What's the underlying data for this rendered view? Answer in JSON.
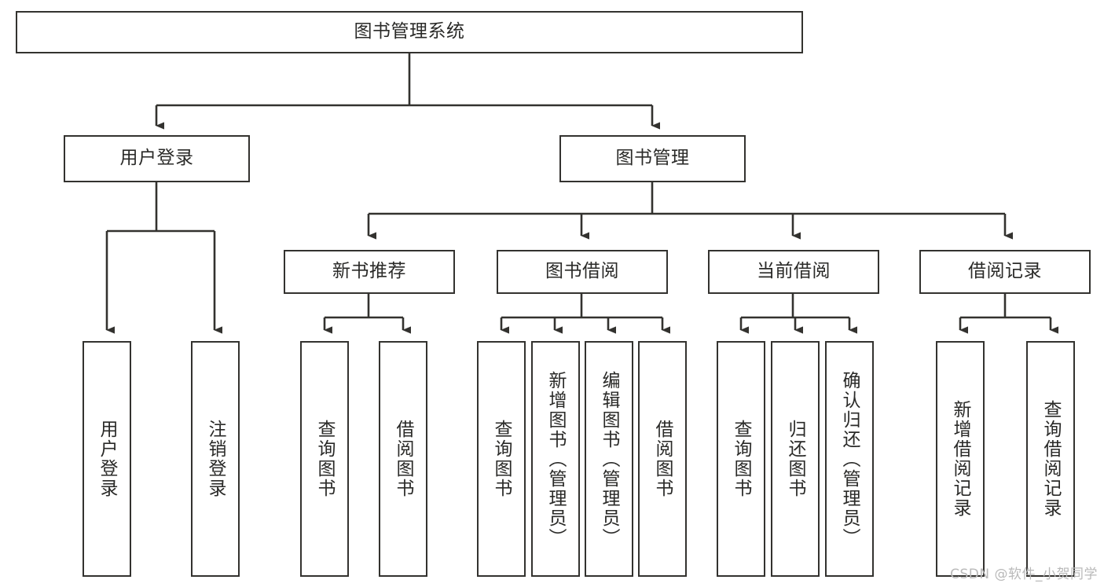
{
  "diagram": {
    "title": "图书管理系统",
    "watermark": "CSDN @软件_小贺同学",
    "stroke_color": "#33322f",
    "text_color": "#2a2a28",
    "background": "#ffffff",
    "watermark_color": "#b9b9b9"
  },
  "nodes": {
    "root": {
      "label": "图书管理系统"
    },
    "level1": [
      {
        "label": "用户登录"
      },
      {
        "label": "图书管理"
      }
    ],
    "level2": [
      {
        "label": "新书推荐"
      },
      {
        "label": "图书借阅"
      },
      {
        "label": "当前借阅"
      },
      {
        "label": "借阅记录"
      }
    ],
    "leaves": {
      "user_login": [
        {
          "label": "用户登录"
        },
        {
          "label": "注销登录"
        }
      ],
      "new_book": [
        {
          "label": "查询图书"
        },
        {
          "label": "借阅图书"
        }
      ],
      "borrow": [
        {
          "label": "查询图书"
        },
        {
          "label": "新增图书（管理员）"
        },
        {
          "label": "编辑图书（管理员）"
        },
        {
          "label": "借阅图书"
        }
      ],
      "current": [
        {
          "label": "查询图书"
        },
        {
          "label": "归还图书"
        },
        {
          "label": "确认归还（管理员）"
        }
      ],
      "records": [
        {
          "label": "新增借阅记录"
        },
        {
          "label": "查询借阅记录"
        }
      ]
    }
  }
}
